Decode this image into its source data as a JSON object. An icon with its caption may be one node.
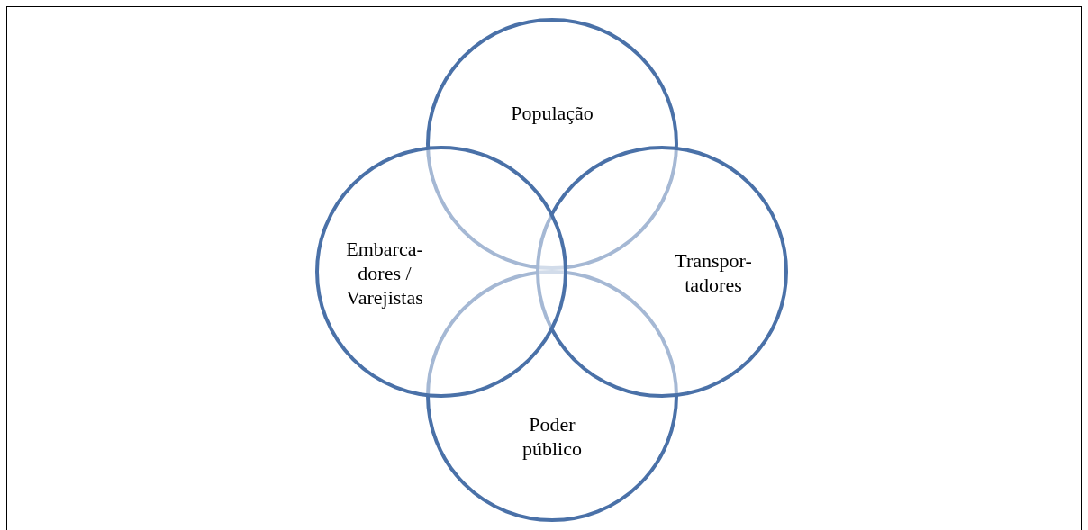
{
  "diagram": {
    "nodes": [
      {
        "text": [
          "População"
        ]
      },
      {
        "text": [
          "Embarca- dores / Varejistas"
        ]
      },
      {
        "text": [
          "Transpor- tadores"
        ]
      },
      {
        "text": [
          "Poder público"
        ]
      }
    ]
  }
}
